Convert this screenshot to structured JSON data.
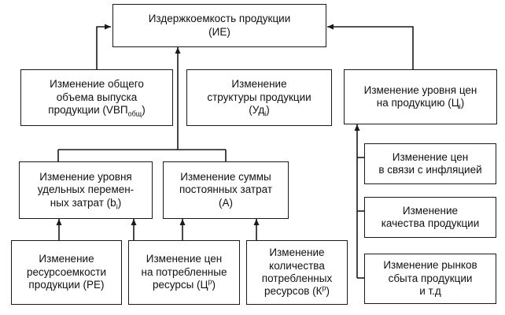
{
  "diagram": {
    "root": {
      "line1": "Издержкоемкость продукции",
      "line2": "(ИЕ)"
    },
    "vbp": {
      "line1": "Изменение общего",
      "line2": "объема выпуска",
      "line3_text": "продукции (VBП",
      "line3_sub": "общ",
      "line3_close": ")"
    },
    "structure": {
      "line1": "Изменение",
      "line2": "структуры продукции",
      "line3_text": "(Уд",
      "line3_sub": "i",
      "line3_close": ")"
    },
    "price_level": {
      "line1": "Изменение уровня цен",
      "line2_text": "на продукцию (Ц",
      "line2_sub": "i",
      "line2_close": ")"
    },
    "variable_costs": {
      "line1": "Изменение уровня",
      "line2": "удельных перемен-",
      "line3_text": "ных затрат (b",
      "line3_sub": "i",
      "line3_close": ")"
    },
    "fixed_costs": {
      "line1": "Изменение суммы",
      "line2": "постоянных затрат",
      "line3": "(А)"
    },
    "inflation": {
      "line1": "Изменение цен",
      "line2": "в связи с инфляцией"
    },
    "quality": {
      "line1": "Изменение",
      "line2": "качества продукции"
    },
    "markets": {
      "line1": "Изменение рынков",
      "line2": "сбыта продукции",
      "line3": "и т.д"
    },
    "resource_intensity": {
      "line1": "Изменение",
      "line2": "ресурсоемкости",
      "line3": "продукции (РЕ)"
    },
    "resource_prices": {
      "line1": "Изменение цен",
      "line2": "на потребленные",
      "line3_text": "ресурсы (Ц",
      "line3_sup": "р",
      "line3_close": ")"
    },
    "resource_quantity": {
      "line1": "Изменение",
      "line2": "количества",
      "line3": "потребленных",
      "line4_text": "ресурсов (К",
      "line4_sup": "р",
      "line4_close": ")"
    }
  }
}
